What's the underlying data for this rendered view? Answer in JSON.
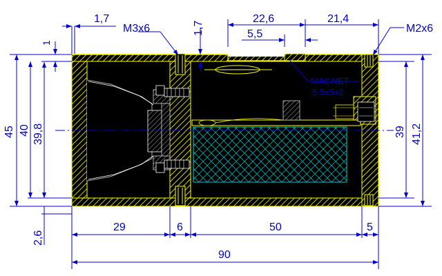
{
  "colors": {
    "background": "#ffffff",
    "outline": "#ffff00",
    "body": "#000000",
    "dimension": "#0000cc",
    "hatch": "#ffff00",
    "battery": "#00cccc",
    "part": "#888888"
  },
  "dimensions": {
    "top_left_gap": "1,7",
    "screw_left": "M3x6",
    "top_mid_gap": "1,7",
    "magnet_slot": "22,6",
    "magnet_width": "5,5",
    "right_top": "21,4",
    "screw_right": "M2x6",
    "left_small": "1",
    "height_total": "45",
    "height_inner": "40",
    "height_inner2": "39,8",
    "bottom_left": "2,6",
    "right_inner": "39",
    "right_outer": "41,2",
    "seg_speaker": "29",
    "seg_wall": "6",
    "seg_battery": "50",
    "seg_end": "5",
    "length_total": "90"
  },
  "labels": {
    "magnet_title": "MAGNET",
    "magnet_size": "5,5x5x2"
  }
}
